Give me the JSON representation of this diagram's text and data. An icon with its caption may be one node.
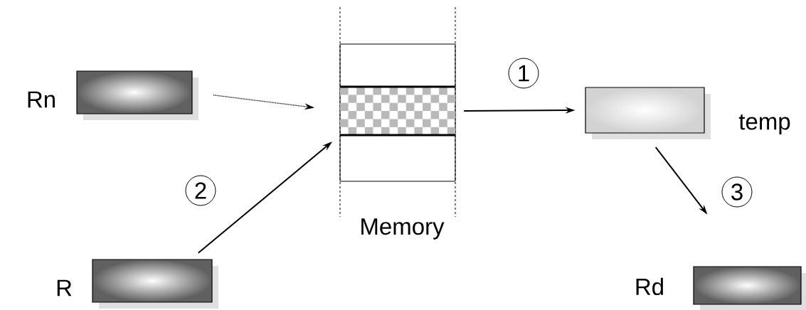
{
  "diagram": {
    "nodes": [
      {
        "text": [
          "Rn"
        ]
      },
      {
        "text": [
          "Memory"
        ]
      },
      {
        "text": [],
        "shape": "box",
        "in": 1
      },
      {
        "text": [
          "temp"
        ]
      },
      {
        "text": [
          "R"
        ]
      },
      {
        "text": [
          "Rd"
        ]
      }
    ],
    "edges": [
      {
        "from": 0,
        "to": 2,
        "arrow": "to",
        "style": "dashed"
      },
      {
        "from": 2,
        "to": 3,
        "arrow": "to",
        "label": "1"
      },
      {
        "from": 4,
        "to": 2,
        "arrow": "to",
        "label": "2"
      },
      {
        "from": 3,
        "to": 5,
        "arrow": "to",
        "label": "3"
      }
    ]
  }
}
